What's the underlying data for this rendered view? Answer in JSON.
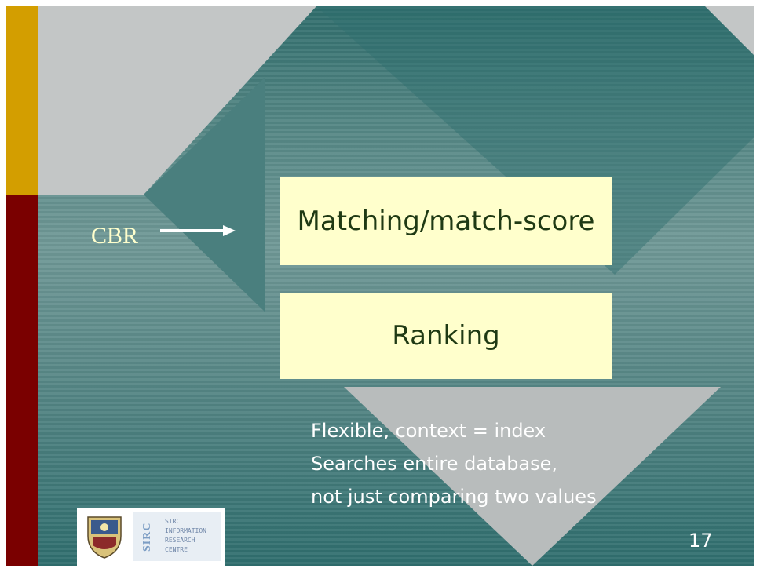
{
  "slide": {
    "boxes": [
      {
        "label": "Matching/match-score"
      },
      {
        "label": "Ranking"
      }
    ],
    "pointer_label": "CBR",
    "notes": [
      "Flexible, context = index",
      "Searches entire database,",
      "not just comparing two values"
    ],
    "page_number": "17",
    "logos": {
      "sirc_name": "SIRC",
      "sirc_lines": [
        "SIRC",
        "INFORMATION",
        "RESEARCH",
        "CENTRE"
      ]
    },
    "colors": {
      "box_fill": "#ffffcc",
      "box_text": "#1f3a14",
      "pointer_text": "#ffffcc",
      "gold_bar": "#d39e00",
      "red_bar": "#7a0000",
      "diamond": "#bfc3c3",
      "teal": "#4f8381"
    }
  }
}
